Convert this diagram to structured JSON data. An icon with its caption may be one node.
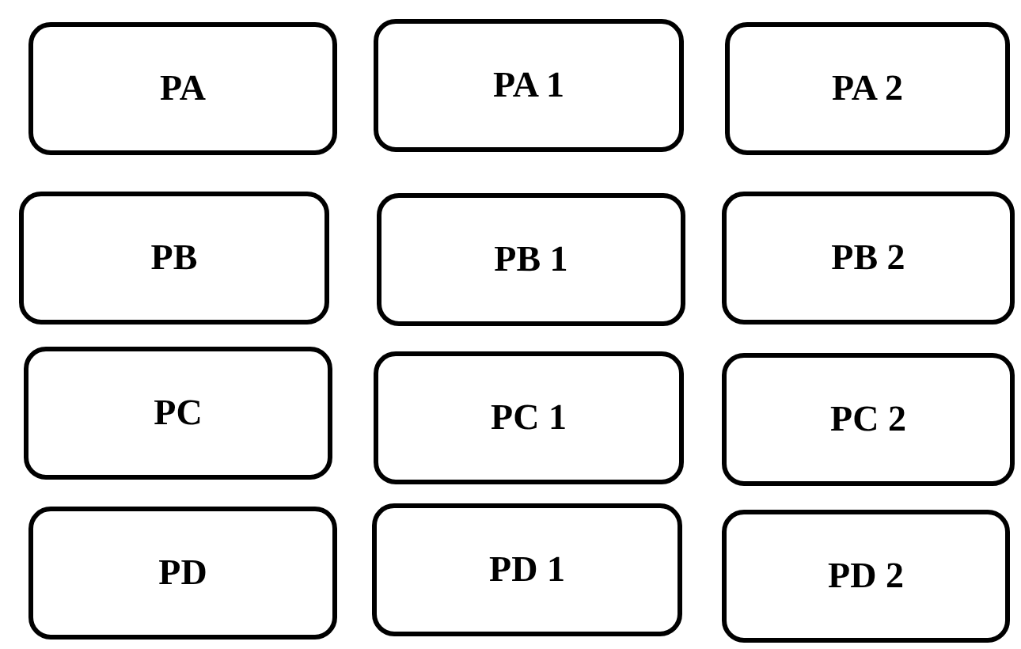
{
  "diagram": {
    "nodes": [
      {
        "text": [
          "PA"
        ]
      },
      {
        "text": [
          "PA 1"
        ]
      },
      {
        "text": [
          "PA 2"
        ]
      },
      {
        "text": [
          "PB"
        ]
      },
      {
        "text": [
          "PB 1"
        ]
      },
      {
        "text": [
          "PB 2"
        ]
      },
      {
        "text": [
          "PC"
        ]
      },
      {
        "text": [
          "PC 1"
        ]
      },
      {
        "text": [
          "PC 2"
        ]
      },
      {
        "text": [
          "PD"
        ]
      },
      {
        "text": [
          "PD 1"
        ]
      },
      {
        "text": [
          "PD 2"
        ]
      }
    ]
  }
}
